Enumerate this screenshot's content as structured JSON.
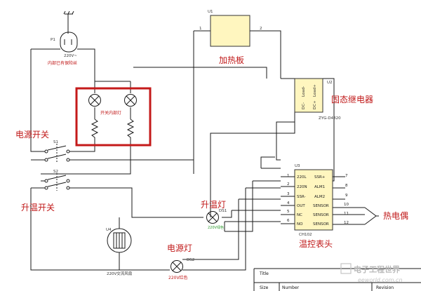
{
  "components": {
    "plug": {
      "ref": "P1",
      "rating": "220V~",
      "note": "内部已有保险丝"
    },
    "heater": {
      "ref": "U1",
      "pin1": "1",
      "pin2": "2",
      "label": "加热板"
    },
    "ssr": {
      "ref": "U2",
      "load_minus": "Load-",
      "load_plus": "Load+",
      "dc_minus": "DC-",
      "dc_plus": "DC+",
      "model": "ZYG-D4820",
      "label": "固态继电器"
    },
    "switch_lamps": {
      "label": "开关内部灯"
    },
    "power_switch": {
      "ref": "S1",
      "label": "电源开关"
    },
    "heat_switch": {
      "ref": "S2",
      "label": "升温开关"
    },
    "controller": {
      "ref": "U3",
      "left_pins": [
        {
          "num": "1",
          "name": "220L"
        },
        {
          "num": "2",
          "name": "220N"
        },
        {
          "num": "3",
          "name": "SSR-"
        },
        {
          "num": "4",
          "name": "OUT"
        },
        {
          "num": "5",
          "name": "NC"
        },
        {
          "num": "6",
          "name": "NO"
        }
      ],
      "right_pins": [
        {
          "num": "7",
          "name": "SSR+"
        },
        {
          "num": "8",
          "name": "ALM1"
        },
        {
          "num": "9",
          "name": "ALM2"
        },
        {
          "num": "10",
          "name": "SENSOR"
        },
        {
          "num": "11",
          "name": "SENSOR"
        },
        {
          "num": "12",
          "name": "SENSOR"
        }
      ],
      "model": "CH102",
      "label": "温控表头"
    },
    "thermocouple": {
      "label": "热电偶"
    },
    "heat_lamp": {
      "ref": "DS1",
      "rating": "220V绿色",
      "label": "升温灯"
    },
    "power_lamp": {
      "ref": "DS2",
      "rating": "220V红色",
      "label": "电源灯"
    },
    "fan": {
      "ref": "U4",
      "rating": "220V交流风扇"
    }
  },
  "title_block": {
    "title": "Title",
    "size": "Size",
    "number": "Number",
    "revision": "Revision"
  },
  "watermark": {
    "cn": "电子工程世界",
    "url": "eeworld.com.cn"
  }
}
